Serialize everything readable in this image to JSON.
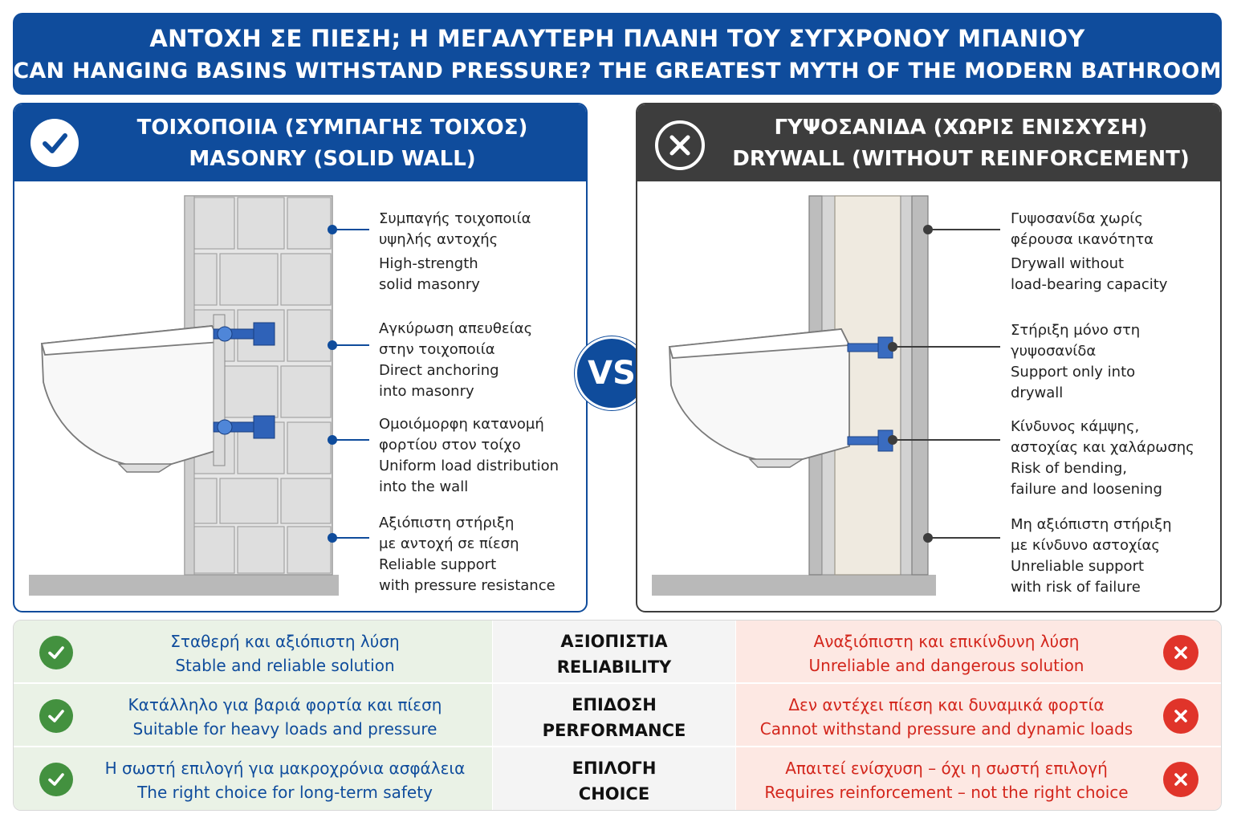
{
  "header": {
    "title_gr": "ΑΝΤΟΧΗ ΣΕ ΠΙΕΣΗ; Η ΜΕΓΑΛΥΤΕΡΗ ΠΛΑΝΗ ΤΟΥ ΣΥΓΧΡΟΝΟΥ ΜΠΑΝΙΟΥ",
    "title_en": "CAN HANGING BASINS WITHSTAND PRESSURE? THE GREATEST MYTH OF THE MODERN BATHROOM"
  },
  "left_panel": {
    "title_gr": "ΤΟΙΧΟΠΟΙΙΑ (ΣΥΜΠΑΓΗΣ ΤΟΙΧΟΣ)",
    "title_en": "MASONRY (SOLID WALL)",
    "icon": "check-icon",
    "accent": "#0f4c9c",
    "labels": [
      {
        "gr1": "Συμπαγής τοιχοποιία",
        "gr2": "υψηλής αντοχής",
        "en1": "High-strength",
        "en2": "solid masonry"
      },
      {
        "gr1": "Αγκύρωση απευθείας",
        "gr2": "στην τοιχοποιία",
        "en1": "Direct anchoring",
        "en2": "into masonry"
      },
      {
        "gr1": "Ομοιόμορφη κατανομή",
        "gr2": "φορτίου στον τοίχο",
        "en1": "Uniform load distribution",
        "en2": "into the wall"
      },
      {
        "gr1": "Αξιόπιστη στήριξη",
        "gr2": "με αντοχή σε πίεση",
        "en1": "Reliable support",
        "en2": "with pressure resistance"
      }
    ]
  },
  "right_panel": {
    "title_gr": "ΓΥΨΟΣΑΝΙΔΑ (ΧΩΡΙΣ ΕΝΙΣΧΥΣΗ)",
    "title_en": "DRYWALL (WITHOUT REINFORCEMENT)",
    "icon": "x-circle-icon",
    "accent": "#3d3d3d",
    "labels": [
      {
        "gr1": "Γυψοσανίδα χωρίς",
        "gr2": "φέρουσα ικανότητα",
        "en1": "Drywall without",
        "en2": "load-bearing capacity"
      },
      {
        "gr1": "Στήριξη μόνο στη",
        "gr2": "γυψοσανίδα",
        "en1": "Support only into",
        "en2": "drywall"
      },
      {
        "gr1": "Κίνδυνος κάμψης,",
        "gr2": "αστοχίας και χαλάρωσης",
        "en1": "Risk of bending,",
        "en2": "failure and loosening"
      },
      {
        "gr1": "Μη αξιόπιστη στήριξη",
        "gr2": "με κίνδυνο αστοχίας",
        "en1": "Unreliable support",
        "en2": "with risk of failure"
      }
    ]
  },
  "vs_label": "VS",
  "comparison": [
    {
      "good_gr": "Σταθερή και αξιόπιστη λύση",
      "good_en": "Stable and reliable solution",
      "criterion_gr": "ΑΞΙΟΠΙΣΤΙΑ",
      "criterion_en": "RELIABILITY",
      "bad_gr": "Αναξιόπιστη και επικίνδυνη λύση",
      "bad_en": "Unreliable and dangerous solution"
    },
    {
      "good_gr": "Κατάλληλο για βαριά φορτία και πίεση",
      "good_en": "Suitable for heavy loads and pressure",
      "criterion_gr": "ΕΠΙΔΟΣΗ",
      "criterion_en": "PERFORMANCE",
      "bad_gr": "Δεν αντέχει πίεση και δυναμικά φορτία",
      "bad_en": "Cannot withstand pressure and dynamic loads"
    },
    {
      "good_gr": "Η σωστή επιλογή για μακροχρόνια ασφάλεια",
      "good_en": "The right choice for long-term safety",
      "criterion_gr": "ΕΠΙΛΟΓΗ",
      "criterion_en": "CHOICE",
      "bad_gr": "Απαιτεί ενίσχυση – όχι η σωστή επιλογή",
      "bad_en": "Requires reinforcement – not the right choice"
    }
  ],
  "colors": {
    "primary_blue": "#0f4c9c",
    "dark_gray": "#3d3d3d",
    "good_green": "#43913f",
    "bad_red": "#e0342a",
    "good_bg": "#eaf2e6",
    "bad_bg": "#fde8e3"
  }
}
